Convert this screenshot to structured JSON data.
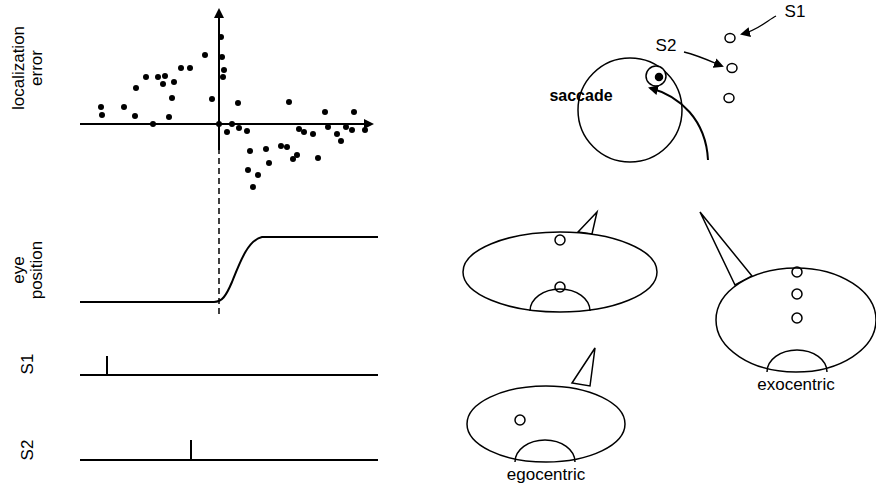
{
  "diagram": {
    "nodes": [
      {
        "text": [
          "exocentric"
        ]
      },
      {
        "text": [
          "egocentric"
        ]
      }
    ],
    "labels": [
      "localization error",
      "eye position",
      "S1",
      "S2",
      "saccade",
      "S1",
      "S2"
    ]
  }
}
